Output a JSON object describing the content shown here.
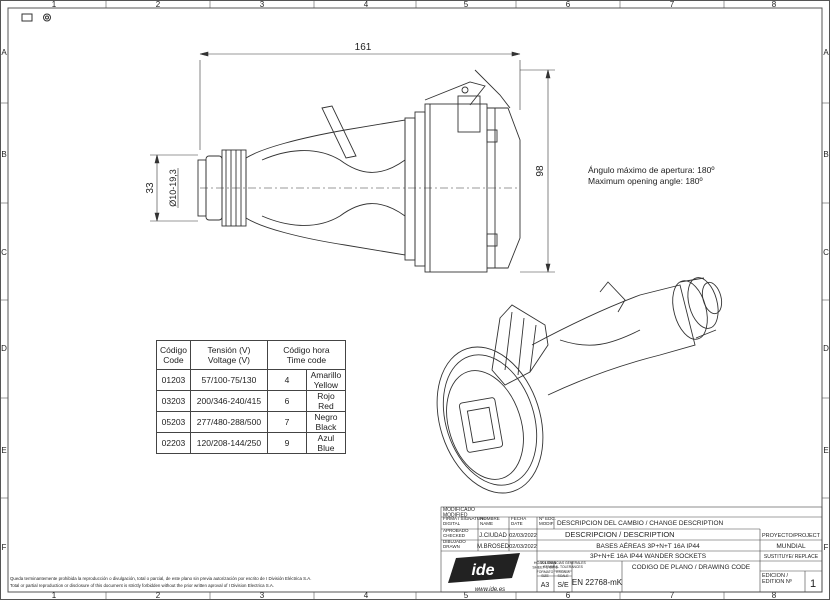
{
  "grid": {
    "cols": [
      "1",
      "2",
      "3",
      "4",
      "5",
      "6",
      "7",
      "8"
    ],
    "rows": [
      "A",
      "B",
      "C",
      "D",
      "E",
      "F"
    ]
  },
  "dims": {
    "length": "161",
    "height": "98",
    "diameter": "33",
    "cable": "Ø10-19,3"
  },
  "note": {
    "es": "Ángulo máximo de apertura: 180º",
    "en": "Maximum opening angle: 180º"
  },
  "table": {
    "headers": [
      [
        "Código",
        "Code"
      ],
      [
        "Tensión (V)",
        "Voltage (V)"
      ],
      [
        "Código hora",
        "Time code"
      ]
    ],
    "rows": [
      {
        "code": "01203",
        "voltage": "57/100-75/130",
        "time": "4",
        "color_es": "Amarillo",
        "color_en": "Yellow"
      },
      {
        "code": "03203",
        "voltage": "200/346-240/415",
        "time": "6",
        "color_es": "Rojo",
        "color_en": "Red"
      },
      {
        "code": "05203",
        "voltage": "277/480-288/500",
        "time": "7",
        "color_es": "Negro",
        "color_en": "Black"
      },
      {
        "code": "02203",
        "voltage": "120/208-144/250",
        "time": "9",
        "color_es": "Azul",
        "color_en": "Blue"
      }
    ]
  },
  "titleblock": {
    "modified": "MODIFICADO\nMODIFIED",
    "sig": "FIRMA / SIGNATURE\nDIGITAL",
    "name": "NOMBRE\nNAME",
    "date": "FECHA\nDATE",
    "ed_mod": "Nº EDC.\nMODIF.",
    "change_desc": "DESCRIPCION DEL CAMBIO / CHANGE DESCRIPTION",
    "approved": "APROBADO\nCHECKED",
    "approved_name": "J.CIUDAD",
    "approved_date": "02/03/2022",
    "desc_label": "DESCRIPCION / DESCRIPTION",
    "drawn": "DIBUJADO\nDRAWN",
    "drawn_name": "M.BROSED",
    "drawn_date": "02/03/2022",
    "desc_line1": "BASES AÉREAS 3P+N+T 16A IP44",
    "desc_line2": "3P+N+E 16A IP44 WANDER  SOCKETS",
    "project_label": "PROYECTO/PROJECT",
    "project_value": "MUNDIAL",
    "replace_label": "SUSTITUYE/ REPLACE",
    "sheet": "HOJA 1 DE 1\nSHEET 1 OF 1",
    "size_label": "FORMATO\nSIZE",
    "size": "A3",
    "tol": "TOLERANCIAS GENERALES\nGENERAL TOLERANCES",
    "scale_label": "ESCALA\nSCALE",
    "scale": "S/E",
    "code_label": "CODIGO DE PLANO / DRAWING CODE",
    "code": "EN 22768-mK",
    "edition_label": "EDICION /\nEDITION  Nº",
    "edition": "1",
    "logo": "ide",
    "web": "www.ide.es",
    "notice1": "Queda terminantemente prohibida la reproducción o divulgación, total o parcial, de este plano sin previa autorización por escrito de I División Eléctrica S.A.",
    "notice2": "Total or partial reproduction or disclosure of this document is strictly forbidden without the prior written aproval of I Division Electrica S.A."
  }
}
